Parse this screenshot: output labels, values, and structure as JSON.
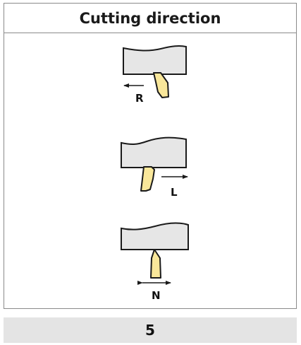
{
  "title": "Cutting direction",
  "diagrams": [
    {
      "label": "R",
      "direction": "left"
    },
    {
      "label": "L",
      "direction": "right"
    },
    {
      "label": "N",
      "direction": "both"
    }
  ],
  "footer_value": "5",
  "colors": {
    "workpiece_fill": "#e6e6e6",
    "insert_fill": "#f9e79a",
    "stroke": "#1a1a1a",
    "border": "#8a8a8a",
    "footer_bg": "#e4e4e4"
  }
}
